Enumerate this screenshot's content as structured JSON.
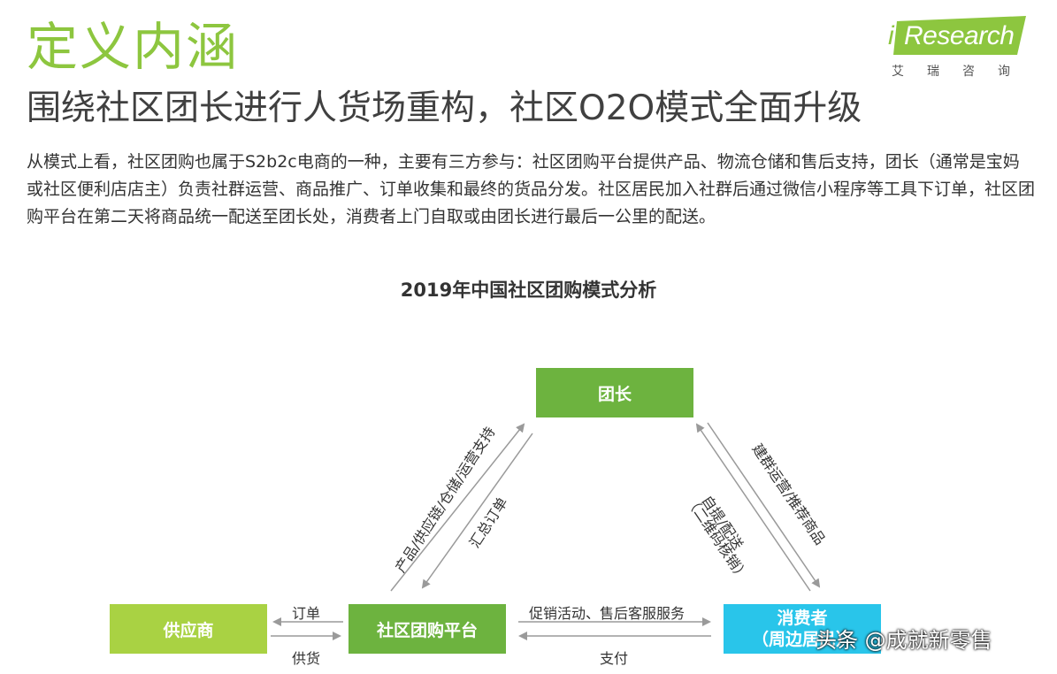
{
  "title": "定义内涵",
  "logo": {
    "brand": "Research",
    "i": "i",
    "sub": "艾瑞咨询"
  },
  "subtitle": "围绕社区团长进行人货场重构，社区O2O模式全面升级",
  "paragraph": "从模式上看，社区团购也属于S2b2c电商的一种，主要有三方参与：社区团购平台提供产品、物流仓储和售后支持，团长（通常是宝妈或社区便利店店主）负责社群运营、商品推广、订单收集和最终的货品分发。社区居民加入社群后通过微信小程序等工具下订单，社区团购平台在第二天将商品统一配送至团长处，消费者上门自取或由团长进行最后一公里的配送。",
  "diagram": {
    "title": "2019年中国社区团购模式分析",
    "nodes": {
      "leader": "团长",
      "supplier": "供应商",
      "platform": "社区团购平台",
      "consumer_line1": "消费者",
      "consumer_line2": "（周边居民）"
    },
    "edges": {
      "platform_to_leader": "产品/供应链/仓储/运营支持",
      "leader_to_platform": "汇总订单",
      "leader_to_consumer": "建群运营/推荐商品",
      "consumer_to_leader_1": "自提/配送",
      "consumer_to_leader_2": "（二维码核销）",
      "platform_to_supplier": "订单",
      "supplier_to_platform": "供货",
      "platform_to_consumer": "促销活动、售后客服服务",
      "consumer_to_platform": "支付"
    }
  },
  "watermark": "头条 @成就新零售",
  "colors": {
    "title_green": "#8dc63f",
    "leader_green": "#6db33f",
    "supplier_green": "#a9d243",
    "consumer_blue": "#29c5ea",
    "arrow_gray": "#999999"
  }
}
